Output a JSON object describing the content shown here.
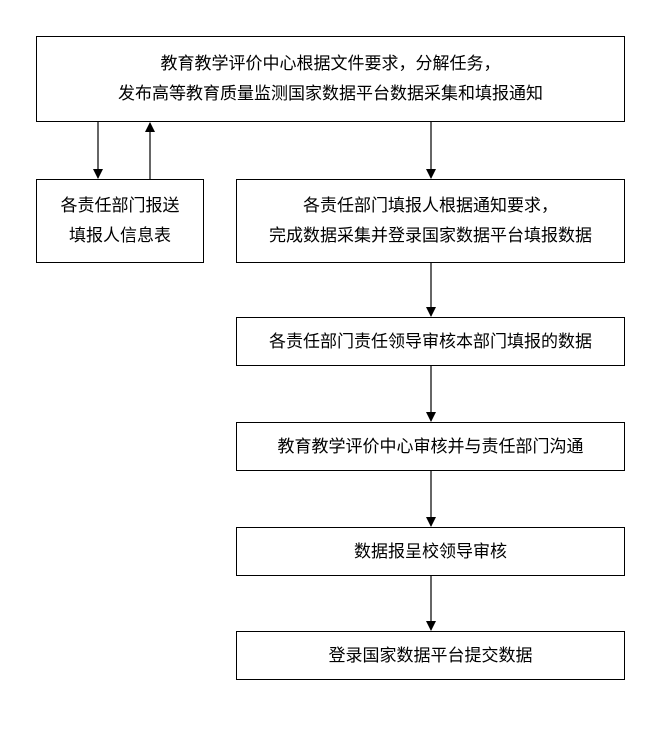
{
  "flowchart": {
    "steps": [
      {
        "lines": [
          "教育教学评价中心根据文件要求，分解任务，",
          "发布高等教育质量监测国家数据平台数据采集和填报通知"
        ]
      },
      {
        "lines": [
          "各责任部门报送",
          "填报人信息表"
        ]
      },
      {
        "lines": [
          "各责任部门填报人根据通知要求，",
          "完成数据采集并登录国家数据平台填报数据"
        ]
      },
      {
        "lines": [
          "各责任部门责任领导审核本部门填报的数据"
        ]
      },
      {
        "lines": [
          "教育教学评价中心审核并与责任部门沟通"
        ]
      },
      {
        "lines": [
          "数据报呈校领导审核"
        ]
      },
      {
        "lines": [
          "登录国家数据平台提交数据"
        ]
      }
    ]
  }
}
